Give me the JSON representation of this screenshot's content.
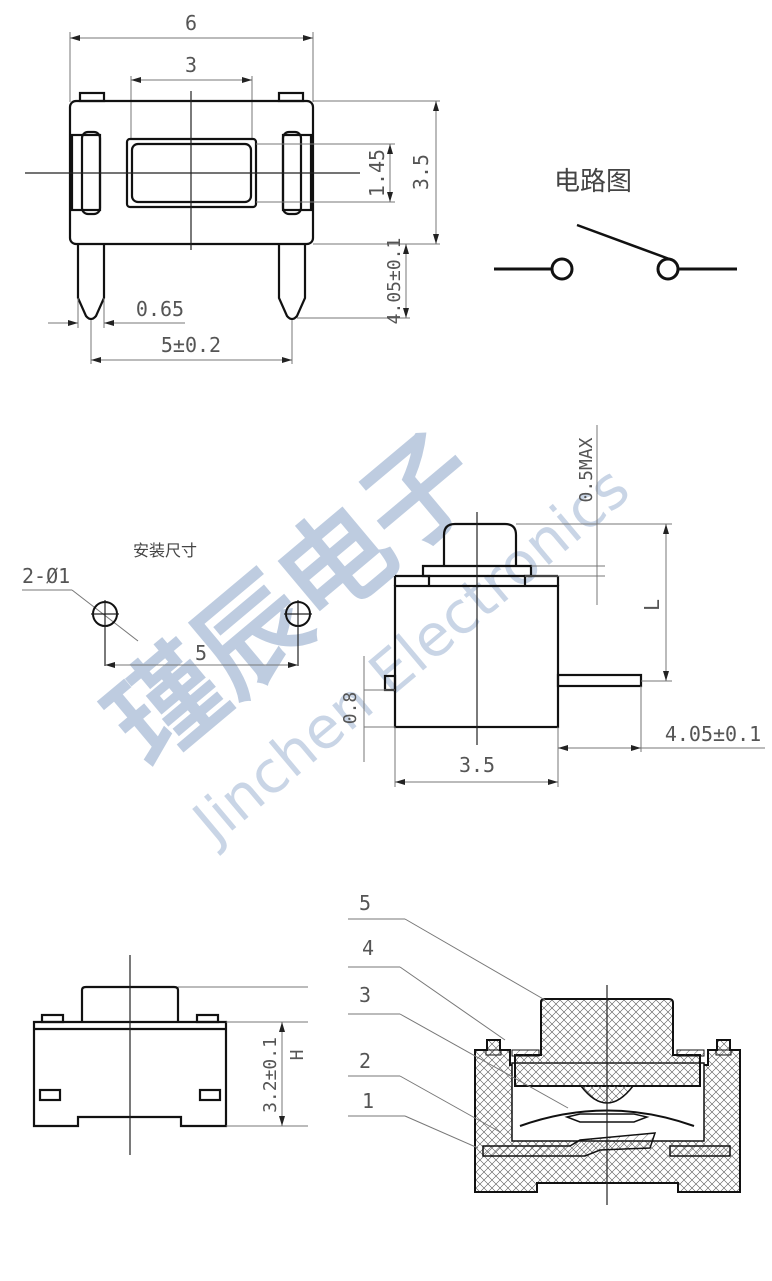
{
  "top_view": {
    "dim_width_total": "6",
    "dim_button_width": "3",
    "dim_button_height": "1.45",
    "dim_body_height": "3.5",
    "dim_pin_length": "4.05±0.1",
    "dim_pin_width": "0.65",
    "dim_pin_pitch": "5±0.2"
  },
  "circuit": {
    "title": "电路图",
    "symbol": "normally-open-switch"
  },
  "mounting": {
    "title": "安装尺寸",
    "hole_label": "2-Ø1",
    "hole_pitch": "5"
  },
  "side_view": {
    "dim_travel": "0.5MAX",
    "dim_height": "L",
    "dim_offset": "0.8",
    "dim_width": "3.5",
    "dim_pin_length": "4.05±0.1"
  },
  "front_view": {
    "dim_body_height": "3.2±0.1",
    "dim_total_height": "H"
  },
  "section_view": {
    "callouts": [
      "5",
      "4",
      "3",
      "2",
      "1"
    ]
  },
  "watermark": {
    "chinese": "瑾辰电子",
    "english": "Jinchen Electronics",
    "color": "#a9bcd6"
  }
}
